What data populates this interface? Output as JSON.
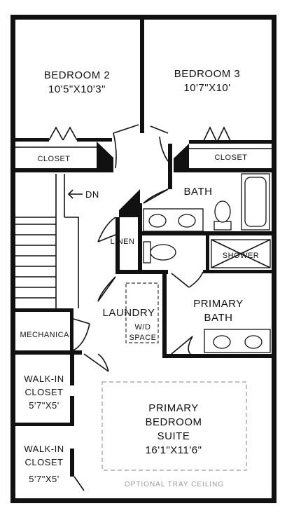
{
  "rooms": {
    "bedroom2": {
      "name": "BEDROOM 2",
      "size": "10'5\"X10'3\""
    },
    "bedroom3": {
      "name": "BEDROOM 3",
      "size": "10'7\"X10'"
    },
    "closet_left": "CLOSET",
    "closet_right": "CLOSET",
    "bath": "BATH",
    "linen": "LINEN",
    "shower": "SHOWER",
    "laundry": "LAUNDRY",
    "wd_space": [
      "W/D",
      "SPACE"
    ],
    "primary_bath": [
      "PRIMARY",
      "BATH"
    ],
    "mechanical": "MECHANICAL",
    "walkin1": {
      "name": [
        "WALK-IN",
        "CLOSET"
      ],
      "size": "5'7\"X5'"
    },
    "walkin2": {
      "name": [
        "WALK-IN",
        "CLOSET"
      ],
      "size": "5'7\"X5'"
    },
    "primary_suite": {
      "name": [
        "PRIMARY",
        "BEDROOM",
        "SUITE"
      ],
      "size": "16'1\"X11'6\""
    }
  },
  "annotations": {
    "stairs_down": "DN",
    "tray_ceiling": "OPTIONAL TRAY CEILING"
  }
}
